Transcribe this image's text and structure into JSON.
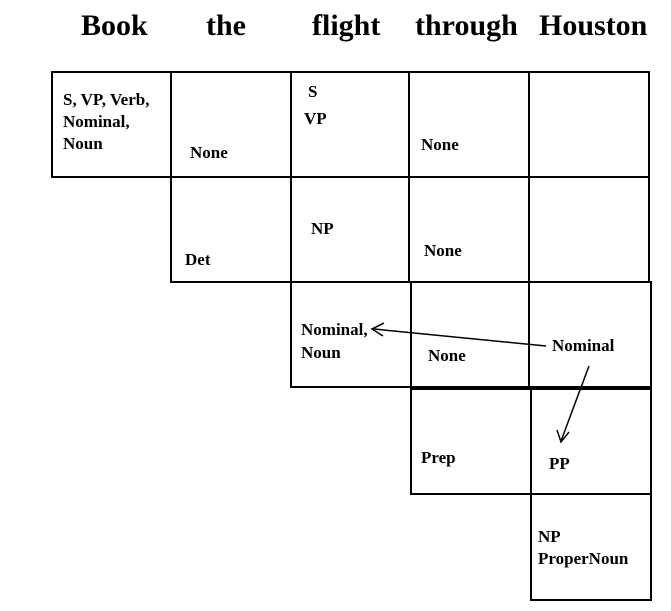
{
  "header": {
    "words": [
      "Book",
      "the",
      "flight",
      "through",
      "Houston"
    ]
  },
  "chart": {
    "cells": [
      {
        "row": 0,
        "col": 0,
        "lines": [
          "S, VP, Verb,",
          "Nominal,",
          "Noun"
        ]
      },
      {
        "row": 0,
        "col": 1,
        "lines": [
          "None"
        ]
      },
      {
        "row": 0,
        "col": 2,
        "lines": [
          "S",
          "VP"
        ]
      },
      {
        "row": 0,
        "col": 3,
        "lines": [
          "None"
        ]
      },
      {
        "row": 0,
        "col": 4,
        "lines": []
      },
      {
        "row": 1,
        "col": 1,
        "lines": [
          "Det"
        ]
      },
      {
        "row": 1,
        "col": 2,
        "lines": [
          "NP"
        ]
      },
      {
        "row": 1,
        "col": 3,
        "lines": [
          "None"
        ]
      },
      {
        "row": 1,
        "col": 4,
        "lines": []
      },
      {
        "row": 2,
        "col": 2,
        "lines": [
          "Nominal,",
          "Noun"
        ]
      },
      {
        "row": 2,
        "col": 3,
        "lines": [
          "None"
        ]
      },
      {
        "row": 2,
        "col": 4,
        "lines": [
          "Nominal"
        ]
      },
      {
        "row": 3,
        "col": 3,
        "lines": [
          "Prep"
        ]
      },
      {
        "row": 3,
        "col": 4,
        "lines": [
          "PP"
        ]
      },
      {
        "row": 4,
        "col": 4,
        "lines": [
          "NP",
          "ProperNoun"
        ]
      }
    ]
  }
}
